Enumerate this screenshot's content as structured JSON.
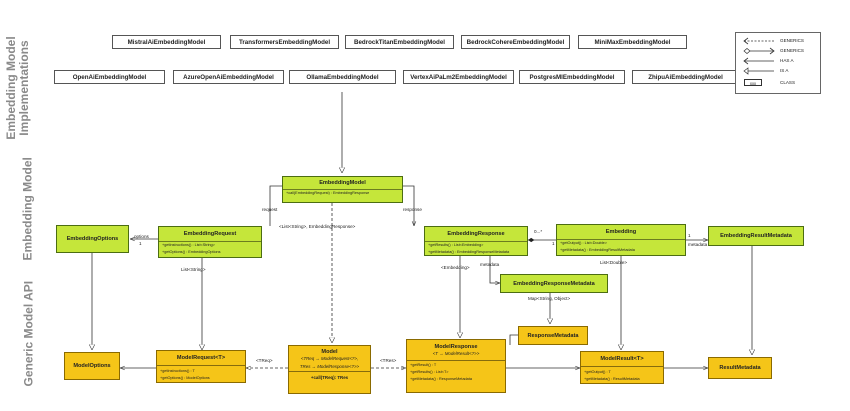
{
  "side_labels": {
    "implementations": "Embedding Model Implementations",
    "embedding_model": "Embedding Model",
    "generic_api": "Generic Model API"
  },
  "implementations": [
    "MistralAiEmbeddingModel",
    "TransformersEmbeddingModel",
    "BedrockTitanEmbeddingModel",
    "BedrockCohereEmbeddingModel",
    "MiniMaxEmbeddingModel",
    "OpenAiEmbeddingModel",
    "AzureOpenAiEmbeddingModel",
    "OllamaEmbeddingModel",
    "VertexAiPaLm2EmbeddingModel",
    "PostgresMlEmbeddingModel",
    "ZhipuAiEmbeddingModel"
  ],
  "legend": {
    "generics_dashed": "GENERICS",
    "generics_diamond": "GENERICS",
    "has_a": "HAS A",
    "is_a": "IS A",
    "class_box": "xxx",
    "class": "CLASS"
  },
  "classes": {
    "embedding_model": {
      "name": "EmbeddingModel",
      "methods": [
        "+call(EmbeddingRequest) : EmbeddingResponse"
      ]
    },
    "embedding_options": {
      "name": "EmbeddingOptions"
    },
    "embedding_request": {
      "name": "EmbeddingRequest",
      "methods": [
        "+getInstructions() : List<String>",
        "+getOptions() : EmbeddingOptions"
      ]
    },
    "embedding_response": {
      "name": "EmbeddingResponse",
      "methods": [
        "+getResults() : List<Embedding>",
        "+getMetadata() : EmbeddingResponseMetadata"
      ]
    },
    "embedding": {
      "name": "Embedding",
      "methods": [
        "+getOutput() : List<Double>",
        "+getMetadata() : EmbeddingResultMetadata"
      ]
    },
    "embedding_result_metadata": {
      "name": "EmbeddingResultMetadata"
    },
    "embedding_response_metadata": {
      "name": "EmbeddingResponseMetadata"
    },
    "response_metadata": {
      "name": "ResponseMetadata"
    },
    "model_options": {
      "name": "ModelOptions"
    },
    "model_request": {
      "name": "ModelRequest<T>",
      "methods": [
        "+getInstructions() : T",
        "+getOptions() : ModelOptions"
      ]
    },
    "model": {
      "name": "Model",
      "generics": [
        "<TReq → ModelRequest<?>,",
        "TRes → ModelResponse<?>>"
      ],
      "methods": [
        "+call(TReq): TRes"
      ]
    },
    "model_response": {
      "name": "ModelResponse",
      "generics": [
        "<T → ModelResult<?>>"
      ],
      "methods": [
        "+getResult() : T",
        "+getResults() : List<T>",
        "+getMetadata() : ResponseMetadata"
      ]
    },
    "model_result": {
      "name": "ModelResult<T>",
      "methods": [
        "+getOutput() : T",
        "+getMetadata() : ResultMetadata"
      ]
    },
    "result_metadata": {
      "name": "ResultMetadata"
    }
  },
  "edge_labels": {
    "request": "request",
    "response": "response",
    "options": "options",
    "one_a": "1",
    "one_b": "1",
    "one_c": "1",
    "zero_many": "0...*",
    "metadata_a": "metadata",
    "metadata_b": "metadata",
    "list_string_embresp": "<List<String>, EmbeddingResponse>",
    "list_string": "List<String>",
    "embedding_generic": "<Embedding>",
    "list_double": "List<Double>",
    "map_string_object": "Map<String, Object>",
    "treq": "<TReq>",
    "tres": "<TRes>"
  }
}
